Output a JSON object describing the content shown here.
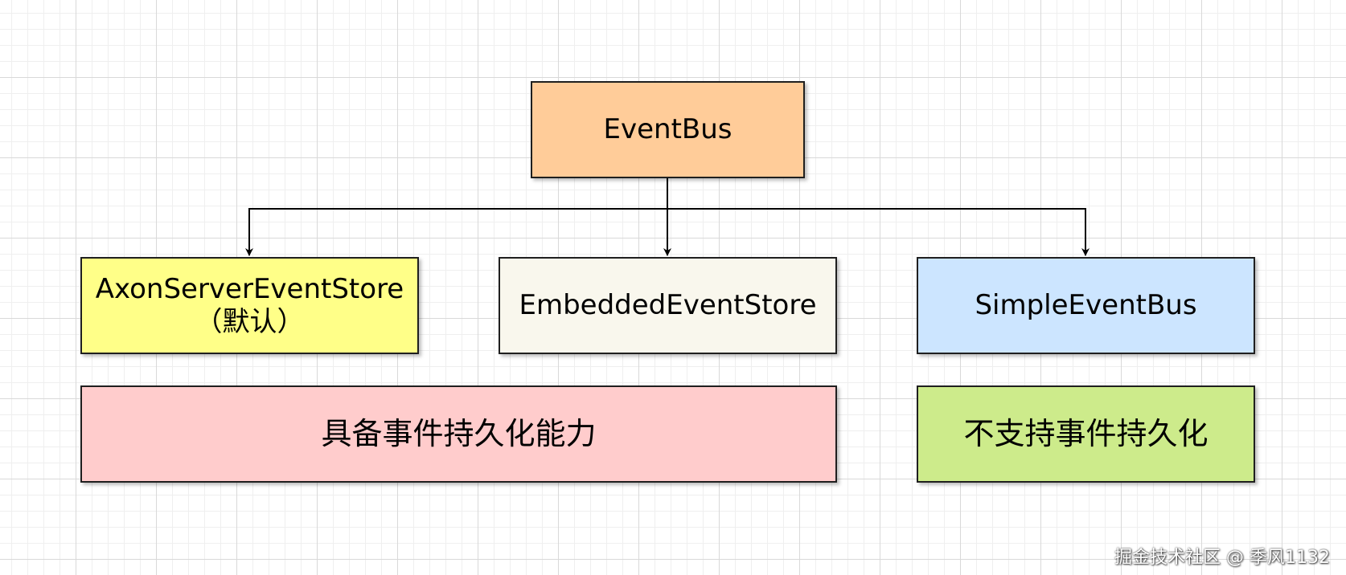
{
  "diagram": {
    "root": {
      "label": "EventBus",
      "color": "#ffcc99"
    },
    "children": [
      {
        "line1": "AxonServerEventStore",
        "line2": "（默认）",
        "color": "#ffff88"
      },
      {
        "label": "EmbeddedEventStore",
        "color": "#f9f7ed"
      },
      {
        "label": "SimpleEventBus",
        "color": "#cce5ff"
      }
    ],
    "groups": [
      {
        "label": "具备事件持久化能力",
        "color": "#ffcccc"
      },
      {
        "label": "不支持事件持久化",
        "color": "#cdeb8b"
      }
    ],
    "edge_color": "#000000"
  },
  "watermark": "掘金技术社区 @ 季风1132"
}
